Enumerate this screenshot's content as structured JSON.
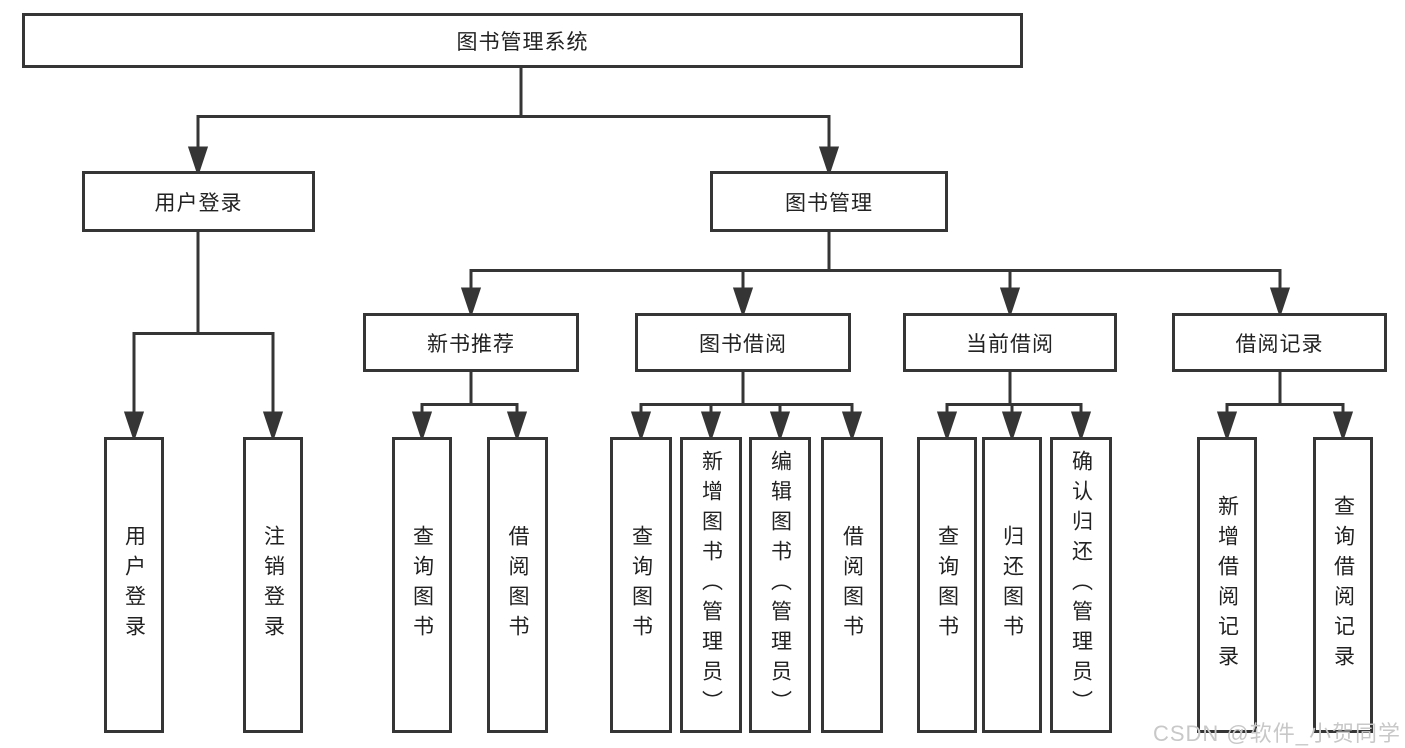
{
  "title": "图书管理系统",
  "colors": {
    "border": "#353535",
    "line": "#353535",
    "text": "#222222",
    "background": "#ffffff",
    "watermark": "#c8c8c8"
  },
  "nodes": {
    "root": {
      "label": "图书管理系统"
    },
    "level2": [
      {
        "label": "用户登录"
      },
      {
        "label": "图书管理"
      }
    ],
    "level3": [
      {
        "label": "新书推荐"
      },
      {
        "label": "图书借阅"
      },
      {
        "label": "当前借阅"
      },
      {
        "label": "借阅记录"
      }
    ],
    "leaves": [
      {
        "label": "用户登录"
      },
      {
        "label": "注销登录"
      },
      {
        "label": "查询图书"
      },
      {
        "label": "借阅图书"
      },
      {
        "label": "查询图书"
      },
      {
        "label": "新增图书（管理员）"
      },
      {
        "label": "编辑图书（管理员）"
      },
      {
        "label": "借阅图书"
      },
      {
        "label": "查询图书"
      },
      {
        "label": "归还图书"
      },
      {
        "label": "确认归还（管理员）"
      },
      {
        "label": "新增借阅记录"
      },
      {
        "label": "查询借阅记录"
      }
    ]
  },
  "watermark": "CSDN @软件_小贺同学"
}
